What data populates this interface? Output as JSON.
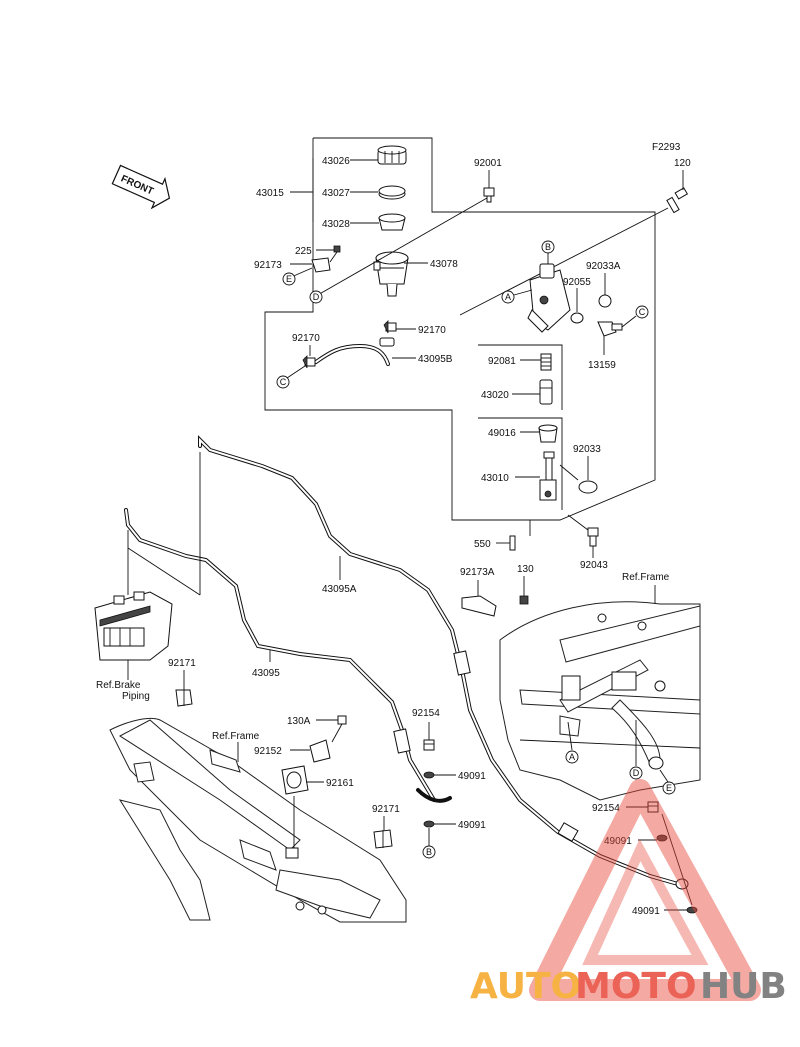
{
  "diagram_code": "F2293",
  "front_label": "FRONT",
  "labels": {
    "p43026": "43026",
    "p43027": "43027",
    "p43028": "43028",
    "p43015": "43015",
    "p225": "225",
    "p92173": "92173",
    "p43078": "43078",
    "p92001": "92001",
    "p120": "120",
    "p92033A": "92033A",
    "p92055": "92055",
    "p13159": "13159",
    "p92170a": "92170",
    "p92170b": "92170",
    "p43095B": "43095B",
    "p92081": "92081",
    "p43020": "43020",
    "p49016": "49016",
    "p92033": "92033",
    "p43010": "43010",
    "p550": "550",
    "p92043": "92043",
    "p92173A": "92173A",
    "p130": "130",
    "p43095A": "43095A",
    "p43095": "43095",
    "p92171a": "92171",
    "p92171b": "92171",
    "p130A": "130A",
    "p92152": "92152",
    "p92161": "92161",
    "p92154a": "92154",
    "p92154b": "92154",
    "p49091a": "49091",
    "p49091b": "49091",
    "p49091c": "49091",
    "p49091d": "49091"
  },
  "refs": {
    "brake_piping_1": "Ref.Brake",
    "brake_piping_2": "Piping",
    "frame_right": "Ref.Frame",
    "frame_left": "Ref.Frame"
  },
  "callouts": {
    "A": "A",
    "B": "B",
    "C": "C",
    "D": "D",
    "E": "E"
  },
  "watermark": {
    "part1": "AUTO",
    "part2": "MOTO",
    "part3": "HUB",
    "color_orange": "#f5a623",
    "color_red": "#e8473a",
    "color_gray": "#6d6d6d"
  }
}
